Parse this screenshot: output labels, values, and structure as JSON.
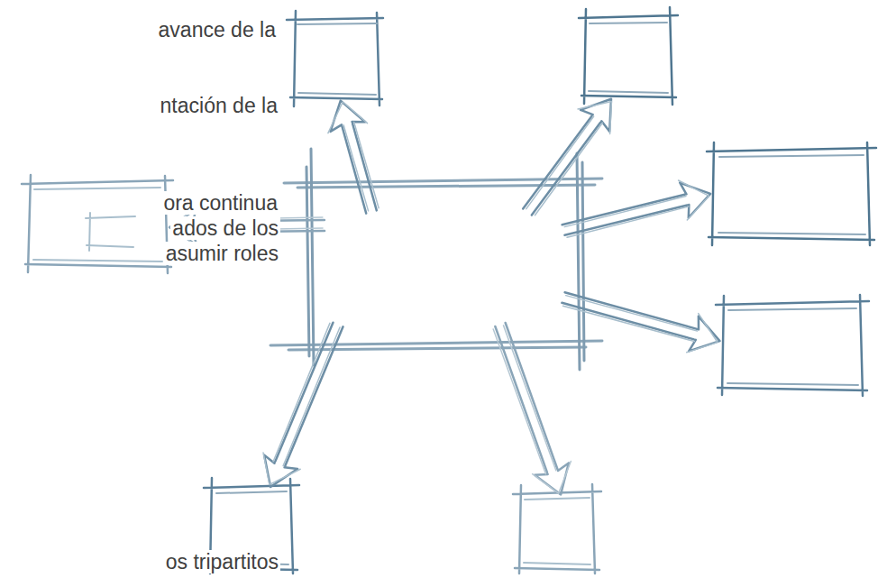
{
  "diagram": {
    "labels": [
      "avance de la",
      "ntación de la",
      "ora continua",
      "ados de los",
      "asumir roles",
      "os tripartitos"
    ]
  }
}
